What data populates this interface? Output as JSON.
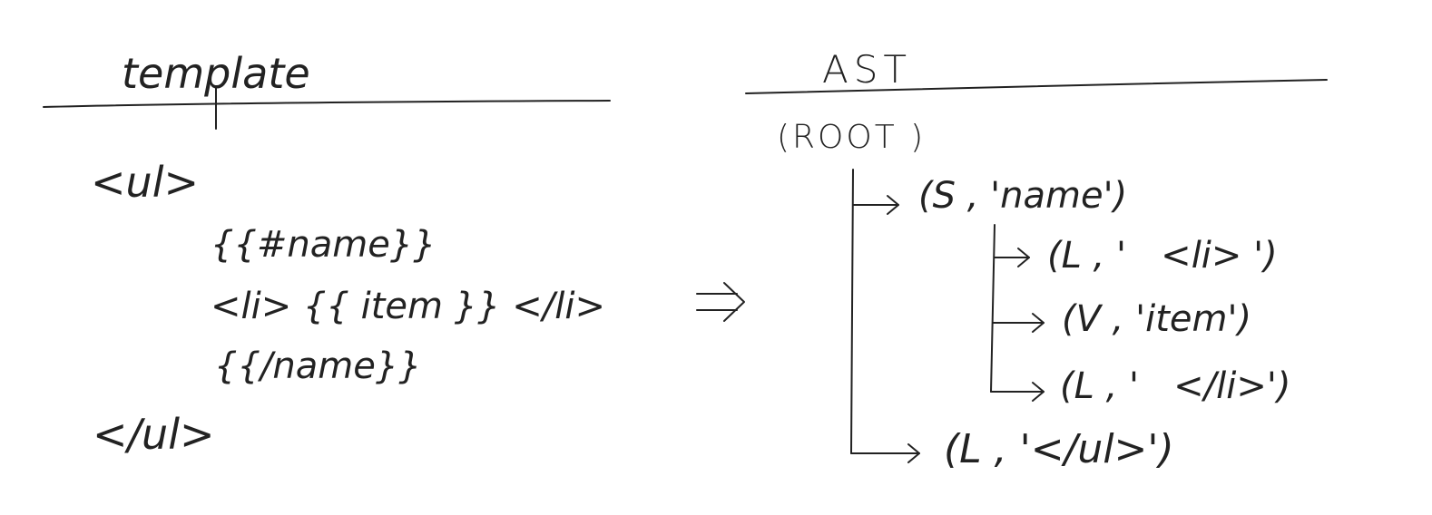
{
  "left_panel": {
    "heading": "template",
    "lines": [
      "<ul>",
      "{{#name}}",
      "<li> {{ item }} </li>",
      "{{/name}}",
      "</ul>"
    ]
  },
  "arrow": "=>",
  "right_panel": {
    "heading": "AST",
    "root": "(ROOT )",
    "children": [
      {
        "label": "(S , 'name')"
      },
      {
        "label": "(L , '   <li> ')"
      },
      {
        "label": "(V , 'item')"
      },
      {
        "label": "(L , '   </li>')"
      },
      {
        "label": "(L , '</ul>')"
      }
    ]
  }
}
